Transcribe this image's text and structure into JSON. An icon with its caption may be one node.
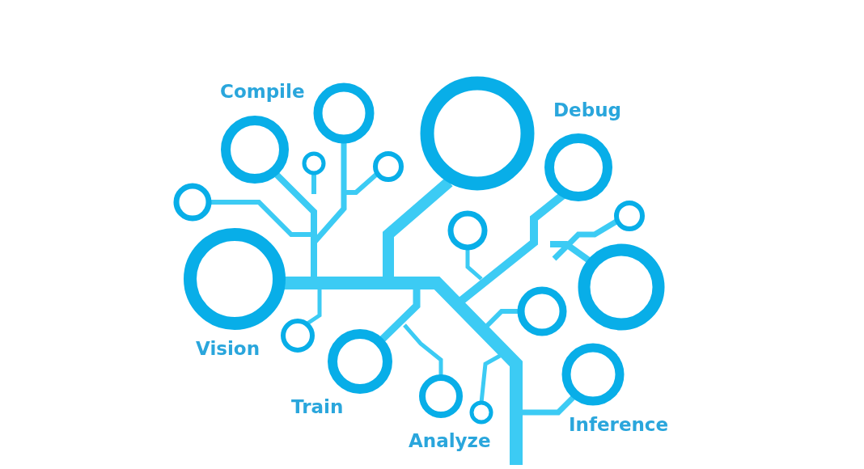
{
  "diagram": {
    "labels": [
      "Compile",
      "Debug",
      "Vision",
      "Train",
      "Analyze",
      "Inference"
    ]
  }
}
